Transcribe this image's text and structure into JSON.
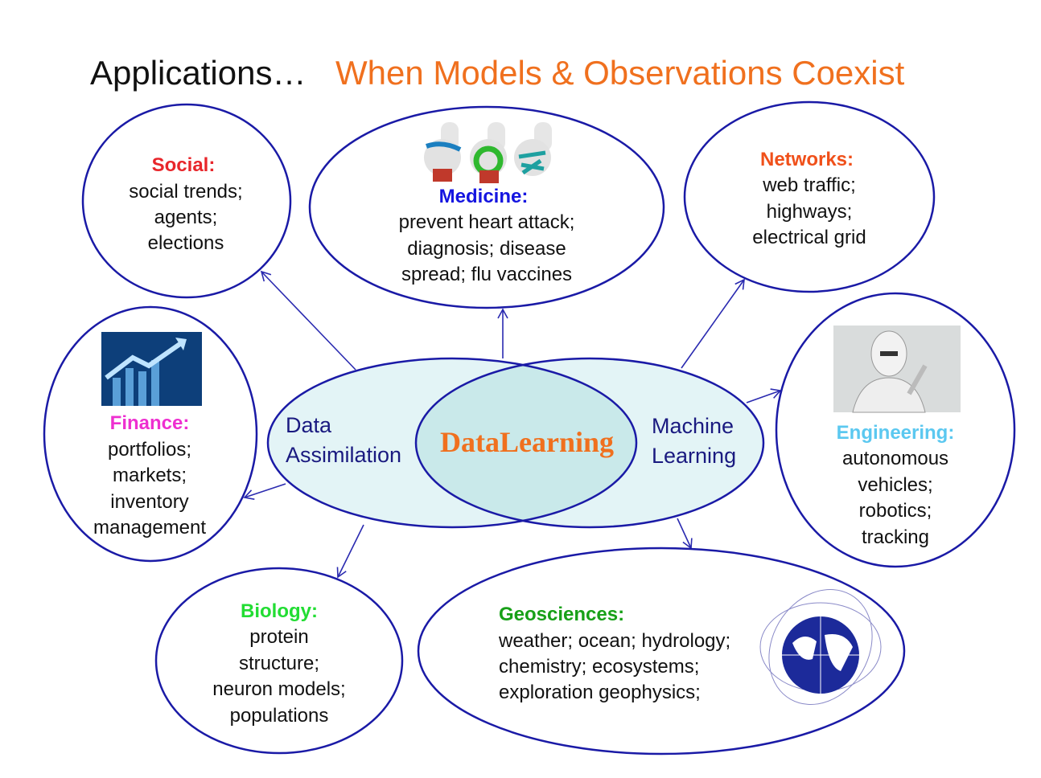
{
  "title": {
    "prefix": "Applications…",
    "suffix": "When Models & Observations Coexist"
  },
  "center": {
    "left": [
      "Data",
      "Assimilation"
    ],
    "middle": "DataLearning",
    "right": [
      "Machine",
      "Learning"
    ]
  },
  "nodes": {
    "social": {
      "heading": "Social:",
      "lines": [
        "social trends;",
        "agents;",
        "elections"
      ],
      "color": "#e8262b"
    },
    "medicine": {
      "heading": "Medicine:",
      "lines": [
        "prevent heart attack;",
        "diagnosis; disease",
        "spread; flu vaccines"
      ],
      "color": "#1515e0"
    },
    "networks": {
      "heading": "Networks:",
      "lines": [
        "web traffic;",
        "highways;",
        "electrical grid"
      ],
      "color": "#f0501a"
    },
    "finance": {
      "heading": "Finance:",
      "lines": [
        "portfolios;",
        "markets;",
        "inventory",
        "management"
      ],
      "color": "#ee2fd0"
    },
    "engineering": {
      "heading": "Engineering:",
      "lines": [
        "autonomous",
        "vehicles;",
        "robotics;",
        "tracking"
      ],
      "color": "#5bc8f0"
    },
    "biology": {
      "heading": "Biology:",
      "lines": [
        "protein",
        "structure;",
        "neuron models;",
        "populations"
      ],
      "color": "#22dd33"
    },
    "geosciences": {
      "heading": "Geosciences:",
      "lines": [
        "weather; ocean; hydrology;",
        "chemistry; ecosystems;",
        "exploration geophysics;"
      ],
      "color": "#18a018"
    }
  },
  "colors": {
    "accent": "#f0701e",
    "outline": "#1a1aa6",
    "venn_fill": "#e3f4f6",
    "venn_overlap": "#c9e9ea"
  }
}
